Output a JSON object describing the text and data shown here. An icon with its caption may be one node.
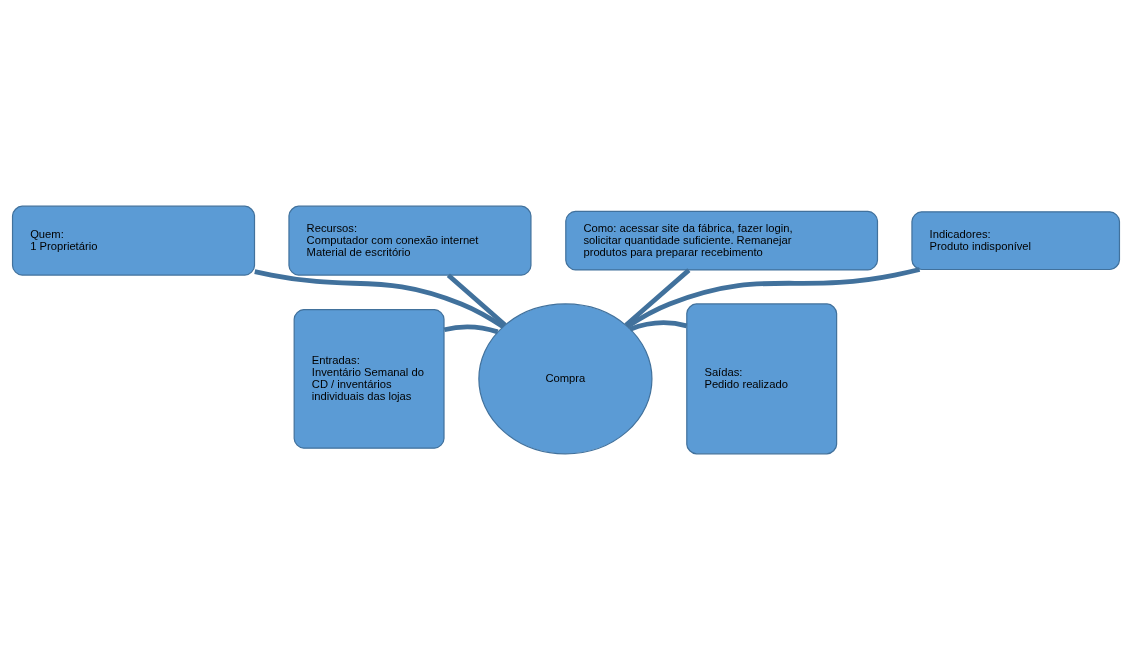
{
  "diagram": {
    "nodes": [
      {
        "text": [
          "Quem:",
          "1 Proprietário"
        ]
      },
      {
        "text": [
          "Recursos:",
          "Computador com conexão internet",
          "Material de escritório"
        ]
      },
      {
        "text": [
          "Entradas:",
          "Inventário Semanal do CD / inventários individuais das lojas"
        ]
      },
      {
        "text": [
          "Compra"
        ]
      },
      {
        "text": [
          "Saídas:",
          "Pedido realizado"
        ]
      },
      {
        "text": [
          "Como: acessar site da fábrica, fazer login, solicitar quantidade suficiente. Remanejar produtos para preparar recebimento"
        ]
      },
      {
        "text": [
          "Indicadores:",
          "Produto indisponível"
        ]
      }
    ],
    "edges": [
      {
        "from": 0,
        "to": 3,
        "arrow": "none"
      },
      {
        "from": 1,
        "to": 3,
        "arrow": "none"
      },
      {
        "from": 2,
        "to": 3,
        "arrow": "none"
      },
      {
        "from": 4,
        "to": 3,
        "arrow": "none"
      },
      {
        "from": 5,
        "to": 3,
        "arrow": "none"
      },
      {
        "from": 6,
        "to": 3,
        "arrow": "none"
      }
    ]
  }
}
